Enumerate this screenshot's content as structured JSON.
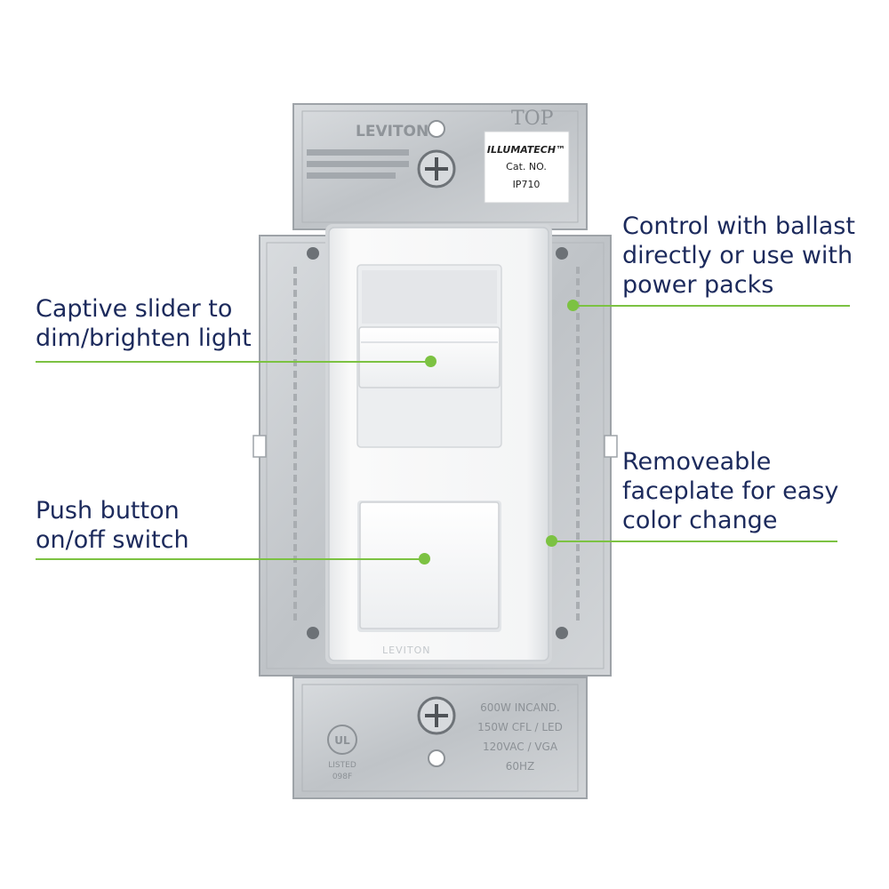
{
  "product": {
    "brand_top": "LEVITON",
    "top_mark": "TOP",
    "label": {
      "line1": "ILLUMATECH™",
      "line2": "Cat. NO.",
      "line3": "IP710"
    },
    "faceplate_brand": "LEVITON",
    "rating": [
      "600W INCAND.",
      "150W CFL / LED",
      "120VAC / VGA",
      "60HZ"
    ],
    "listed": "LISTED",
    "listed_code": "098F",
    "ul_mark": "UL"
  },
  "callouts": {
    "slider": [
      "Captive slider to",
      "dim/brighten light"
    ],
    "pushbutton": [
      "Push button",
      "on/off switch"
    ],
    "ballast": [
      "Control with ballast",
      "directly or use with",
      "power packs"
    ],
    "faceplate": [
      "Removeable",
      "faceplate for easy",
      "color change"
    ]
  },
  "colors": {
    "accent_green": "#7cc242",
    "text_navy": "#1c2a5c",
    "metal": "#c9ccd0",
    "faceplate_white": "#f4f5f6"
  }
}
